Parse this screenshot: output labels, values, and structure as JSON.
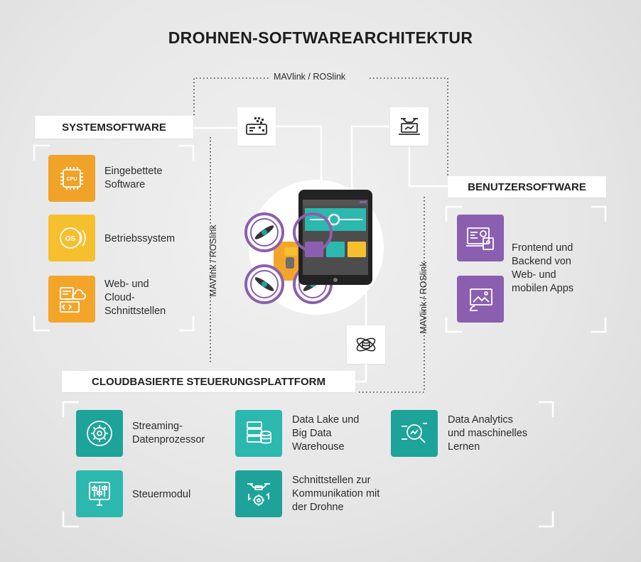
{
  "title": "DROHNEN-SOFTWAREARCHITEKTUR",
  "link_label": "MAVlink / ROSlink",
  "systemsoftware": {
    "header": "SYSTEMSOFTWARE",
    "items": [
      {
        "label": "Eingebettete\nSoftware",
        "icon": "cpu-chip-icon"
      },
      {
        "label": "Betriebssystem",
        "icon": "os-disc-icon"
      },
      {
        "label": "Web- und\nCloud-\nSchnittstellen",
        "icon": "web-cloud-interface-icon"
      }
    ]
  },
  "benutzersoftware": {
    "header": "BENUTZERSOFTWARE",
    "label": "Frontend und\nBackend von\nWeb- und\nmobilen Apps",
    "icons": [
      "dashboard-devices-icon",
      "tablet-image-icon"
    ]
  },
  "cloud": {
    "header": "CLOUDBASIERTE STEUERUNGSPLATTFORM",
    "items": [
      {
        "label": "Streaming-\nDatenprozessor",
        "icon": "gear-stream-icon"
      },
      {
        "label": "Data Lake und\nBig Data\nWarehouse",
        "icon": "database-server-icon"
      },
      {
        "label": "Data Analytics\nund maschinelles\nLernen",
        "icon": "analytics-magnifier-icon"
      },
      {
        "label": "Steuermodul",
        "icon": "control-sliders-icon"
      },
      {
        "label": "Schnittstellen zur\nKommunikation mit\nder Drohne",
        "icon": "drone-gear-icon"
      }
    ]
  },
  "colors": {
    "orange": "#f0a229",
    "yellow": "#f6bf2e",
    "purple": "#8b5fb0",
    "teal": "#1ea39a",
    "dark": "#222222"
  }
}
